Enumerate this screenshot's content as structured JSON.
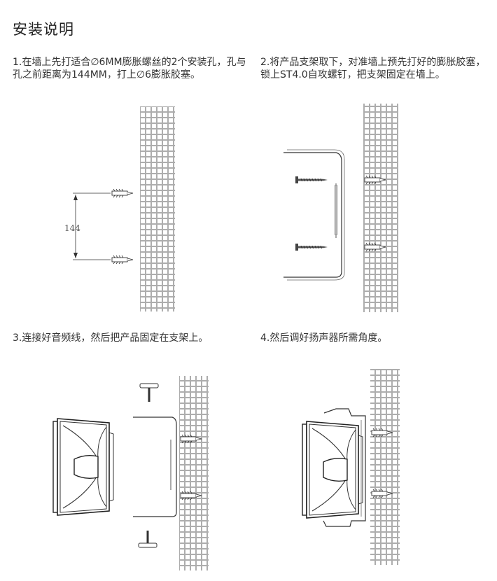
{
  "title": "安装说明",
  "steps": [
    {
      "text": "1.在墙上先打适合∅6MM膨胀螺丝的2个安装孔，孔与孔之前距离为144MM，打上∅6膨胀胶塞。"
    },
    {
      "text": "2.将产品支架取下，对准墙上预先打好的膨胀胶塞，锁上ST4.0自攻螺钉，把支架固定在墙上。"
    },
    {
      "text": "3.连接好音频线，然后把产品固定在支架上。"
    },
    {
      "text": "4.然后调好扬声器所需角度。"
    }
  ],
  "dimension_label": "144"
}
